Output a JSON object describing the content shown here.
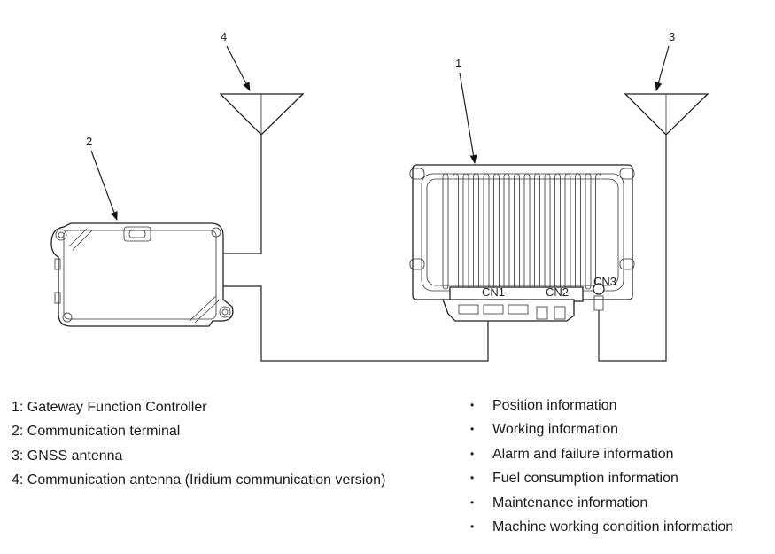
{
  "callouts": {
    "c1": "1",
    "c2": "2",
    "c3": "3",
    "c4": "4"
  },
  "chip_labels": {
    "cn1": "CN1",
    "cn2": "CN2",
    "cn3": "CN3"
  },
  "legend": [
    {
      "text": "1: Gateway Function Controller"
    },
    {
      "text": "2: Communication terminal"
    },
    {
      "text": "3: GNSS antenna"
    },
    {
      "text": "4: Communication antenna (Iridium communication version)"
    }
  ],
  "info_items": [
    {
      "text": "Position information"
    },
    {
      "text": "Working information"
    },
    {
      "text": "Alarm and failure information"
    },
    {
      "text": "Fuel consumption information"
    },
    {
      "text": "Maintenance information"
    },
    {
      "text": "Machine working condition information"
    }
  ],
  "bullet_glyph": "•"
}
